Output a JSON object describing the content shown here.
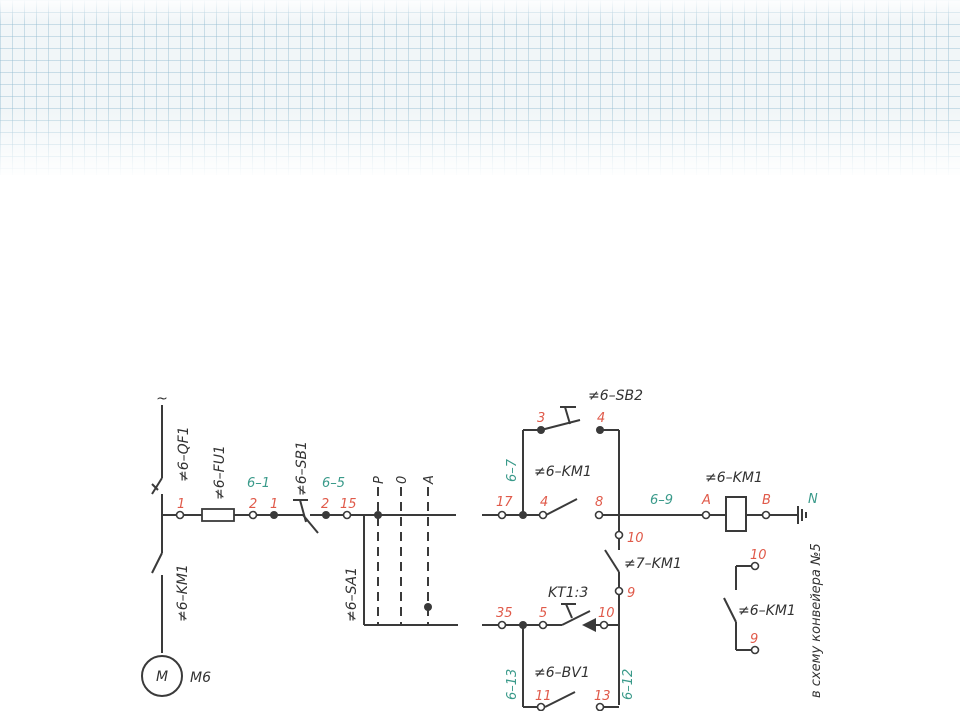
{
  "colors": {
    "net_number": "#e05a4a",
    "cable_number": "#3a9a8a",
    "wire": "#3a3a3a"
  },
  "devices": {
    "qf1": "≠6–QF1",
    "km1_power": "≠6–KM1",
    "fu1": "≠6–FU1",
    "sb1": "≠6–SB1",
    "sa1": "≠6–SA1",
    "sb2": "≠6–SB2",
    "km1_hold": "≠6–KM1",
    "km1_coil": "≠6–KM1",
    "km7": "≠7–KM1",
    "kt": "KT1:3",
    "bv1": "≠6–BV1",
    "km1_out": "≠6–KM1",
    "motor": "M",
    "motor_name": "M6",
    "ac": "~",
    "neutral": "N"
  },
  "sa1_positions": [
    "P",
    "0",
    "A"
  ],
  "nets": {
    "n1": "1",
    "n2": "2",
    "n1b": "1",
    "n2b": "2",
    "n15": "15",
    "n3": "3",
    "n4top": "4",
    "n17": "17",
    "n4": "4",
    "n8": "8",
    "nA": "A",
    "nB": "B",
    "n10": "10",
    "n9": "9",
    "n35": "35",
    "n5": "5",
    "n10b": "10",
    "n11": "11",
    "n13": "13",
    "n10out": "10",
    "n9out": "9"
  },
  "cables": {
    "c61": "6–1",
    "c65": "6–5",
    "c67": "6–7",
    "c69": "6–9",
    "c613": "6–13",
    "c612": "6–12"
  },
  "caption": "в схему конвейера №5"
}
